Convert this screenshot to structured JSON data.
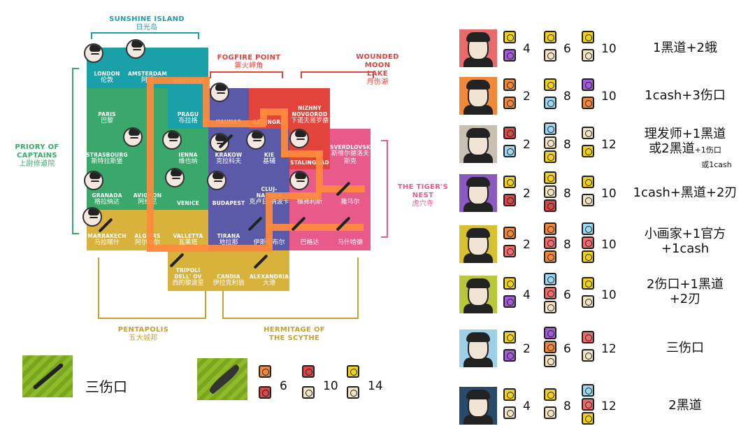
{
  "regions": {
    "sunshine": {
      "en": "SUNSHINE ISLAND",
      "zh": "日光岛"
    },
    "fogfire": {
      "en": "FOGFIRE POINT",
      "zh": "雾火岬角"
    },
    "wounded": {
      "en1": "WOUNDED MOON",
      "en2": "LAKE",
      "zh": "月伤湖"
    },
    "priory": {
      "en1": "PRIORY OF",
      "en2": "CAPTAINS",
      "zh": "上尉修道院"
    },
    "tiger": {
      "en1": "THE TIGER'S",
      "en2": "NEST",
      "zh": "虎穴寺"
    },
    "pentapolis": {
      "en": "PENTAPOLIS",
      "zh": "五大城邦"
    },
    "hermitage": {
      "en1": "HERMITAGE OF",
      "en2": "THE SCYTHE"
    }
  },
  "cities": [
    {
      "en": "LONDON",
      "zh": "伦敦"
    },
    {
      "en": "AMSTERDAM",
      "zh": "阿姆"
    },
    {
      "en": "ROSTOCK",
      "zh": ""
    },
    {
      "en": "PARIS",
      "zh": "巴黎"
    },
    {
      "en": "PRAGU",
      "zh": "布拉格"
    },
    {
      "en": "KAUNAS",
      "zh": ""
    },
    {
      "en": "LENINGRA",
      "zh": ""
    },
    {
      "en": "NIZHNY NOVGOROD",
      "zh": "下诺夫哥罗德"
    },
    {
      "en": "STRASBOURG",
      "zh": "斯特拉斯堡"
    },
    {
      "en": "IENNA",
      "zh": "维也纳"
    },
    {
      "en": "KRAKOW",
      "zh": "克拉科夫"
    },
    {
      "en": "KIE",
      "zh": "基辅"
    },
    {
      "en": "STALINGRAD",
      "zh": ""
    },
    {
      "en": "SVERDLOVSK",
      "zh": "斯维尔德洛夫斯克"
    },
    {
      "en": "GRANADA",
      "zh": "格拉纳达"
    },
    {
      "en": "AVIGNON",
      "zh": "阿维尼"
    },
    {
      "en": "VENICE",
      "zh": ""
    },
    {
      "en": "BUDAPEST",
      "zh": ""
    },
    {
      "en": "CLUJ-NAPOCA",
      "zh": "克卢日-纳波卡"
    },
    {
      "en": "TIFLIS",
      "zh": "梯弗利斯"
    },
    {
      "en": "",
      "zh": "撒马尔"
    },
    {
      "en": "MARRAKECH",
      "zh": "马拉喀什"
    },
    {
      "en": "ALGIERS",
      "zh": "阿尔及尔"
    },
    {
      "en": "VALLETTA",
      "zh": "瓦莱塔"
    },
    {
      "en": "TIRANA",
      "zh": "地拉那"
    },
    {
      "en": "",
      "zh": "伊斯坦布尔"
    },
    {
      "en": "",
      "zh": "巴格达"
    },
    {
      "en": "",
      "zh": "马什哈德"
    },
    {
      "en": "TRIPOLI DELL' OV",
      "zh": "西的黎波里"
    },
    {
      "en": "CANDIA",
      "zh": "伊拉克利翁"
    },
    {
      "en": "ALEXANDRIA",
      "zh": "大港"
    }
  ],
  "items": {
    "knife_label": "三伤口",
    "feather_values": [
      "6",
      "10",
      "14"
    ]
  },
  "cards": [
    {
      "values": [
        "4",
        "6",
        "10"
      ],
      "text": "1黑道+2蛾",
      "text2": "",
      "small": ""
    },
    {
      "values": [
        "2",
        "8",
        "10"
      ],
      "text": "1cash+3伤口",
      "text2": "",
      "small": ""
    },
    {
      "values": [
        "2",
        "8",
        "12"
      ],
      "text": "理发师+1黑道",
      "text2": "或2黑道",
      "small": "+1伤口",
      "small2": "或1cash"
    },
    {
      "values": [
        "2",
        "8",
        "10"
      ],
      "text": "1cash+黑道+2刃",
      "text2": "",
      "small": ""
    },
    {
      "values": [
        "2",
        "8",
        "10"
      ],
      "text": "小画家+1官方",
      "text2": "+1cash",
      "small": ""
    },
    {
      "values": [
        "4",
        "6",
        "10"
      ],
      "text": "2伤口+1黑道",
      "text2": "+2刃",
      "small": ""
    },
    {
      "values": [
        "2",
        "6",
        "12"
      ],
      "text": "三伤口",
      "text2": "",
      "small": ""
    },
    {
      "values": [
        "4",
        "8",
        "12"
      ],
      "text": "2黑道",
      "text2": "",
      "small": ""
    }
  ],
  "colors": {
    "path": "#ff8a3d",
    "teal": "#1aa0a8",
    "green": "#3aa86a",
    "red": "#e2433b",
    "pink": "#e85a8a",
    "purple": "#5b5aa8",
    "olive": "#c8a030",
    "gold": "#d8b23a"
  },
  "card_bg": [
    "#e86a6a",
    "#f08a3a",
    "#c8c0b0",
    "#8a5ac0",
    "#d8c030",
    "#b8c83a",
    "#9ed0e8",
    "#2a4a6a"
  ]
}
